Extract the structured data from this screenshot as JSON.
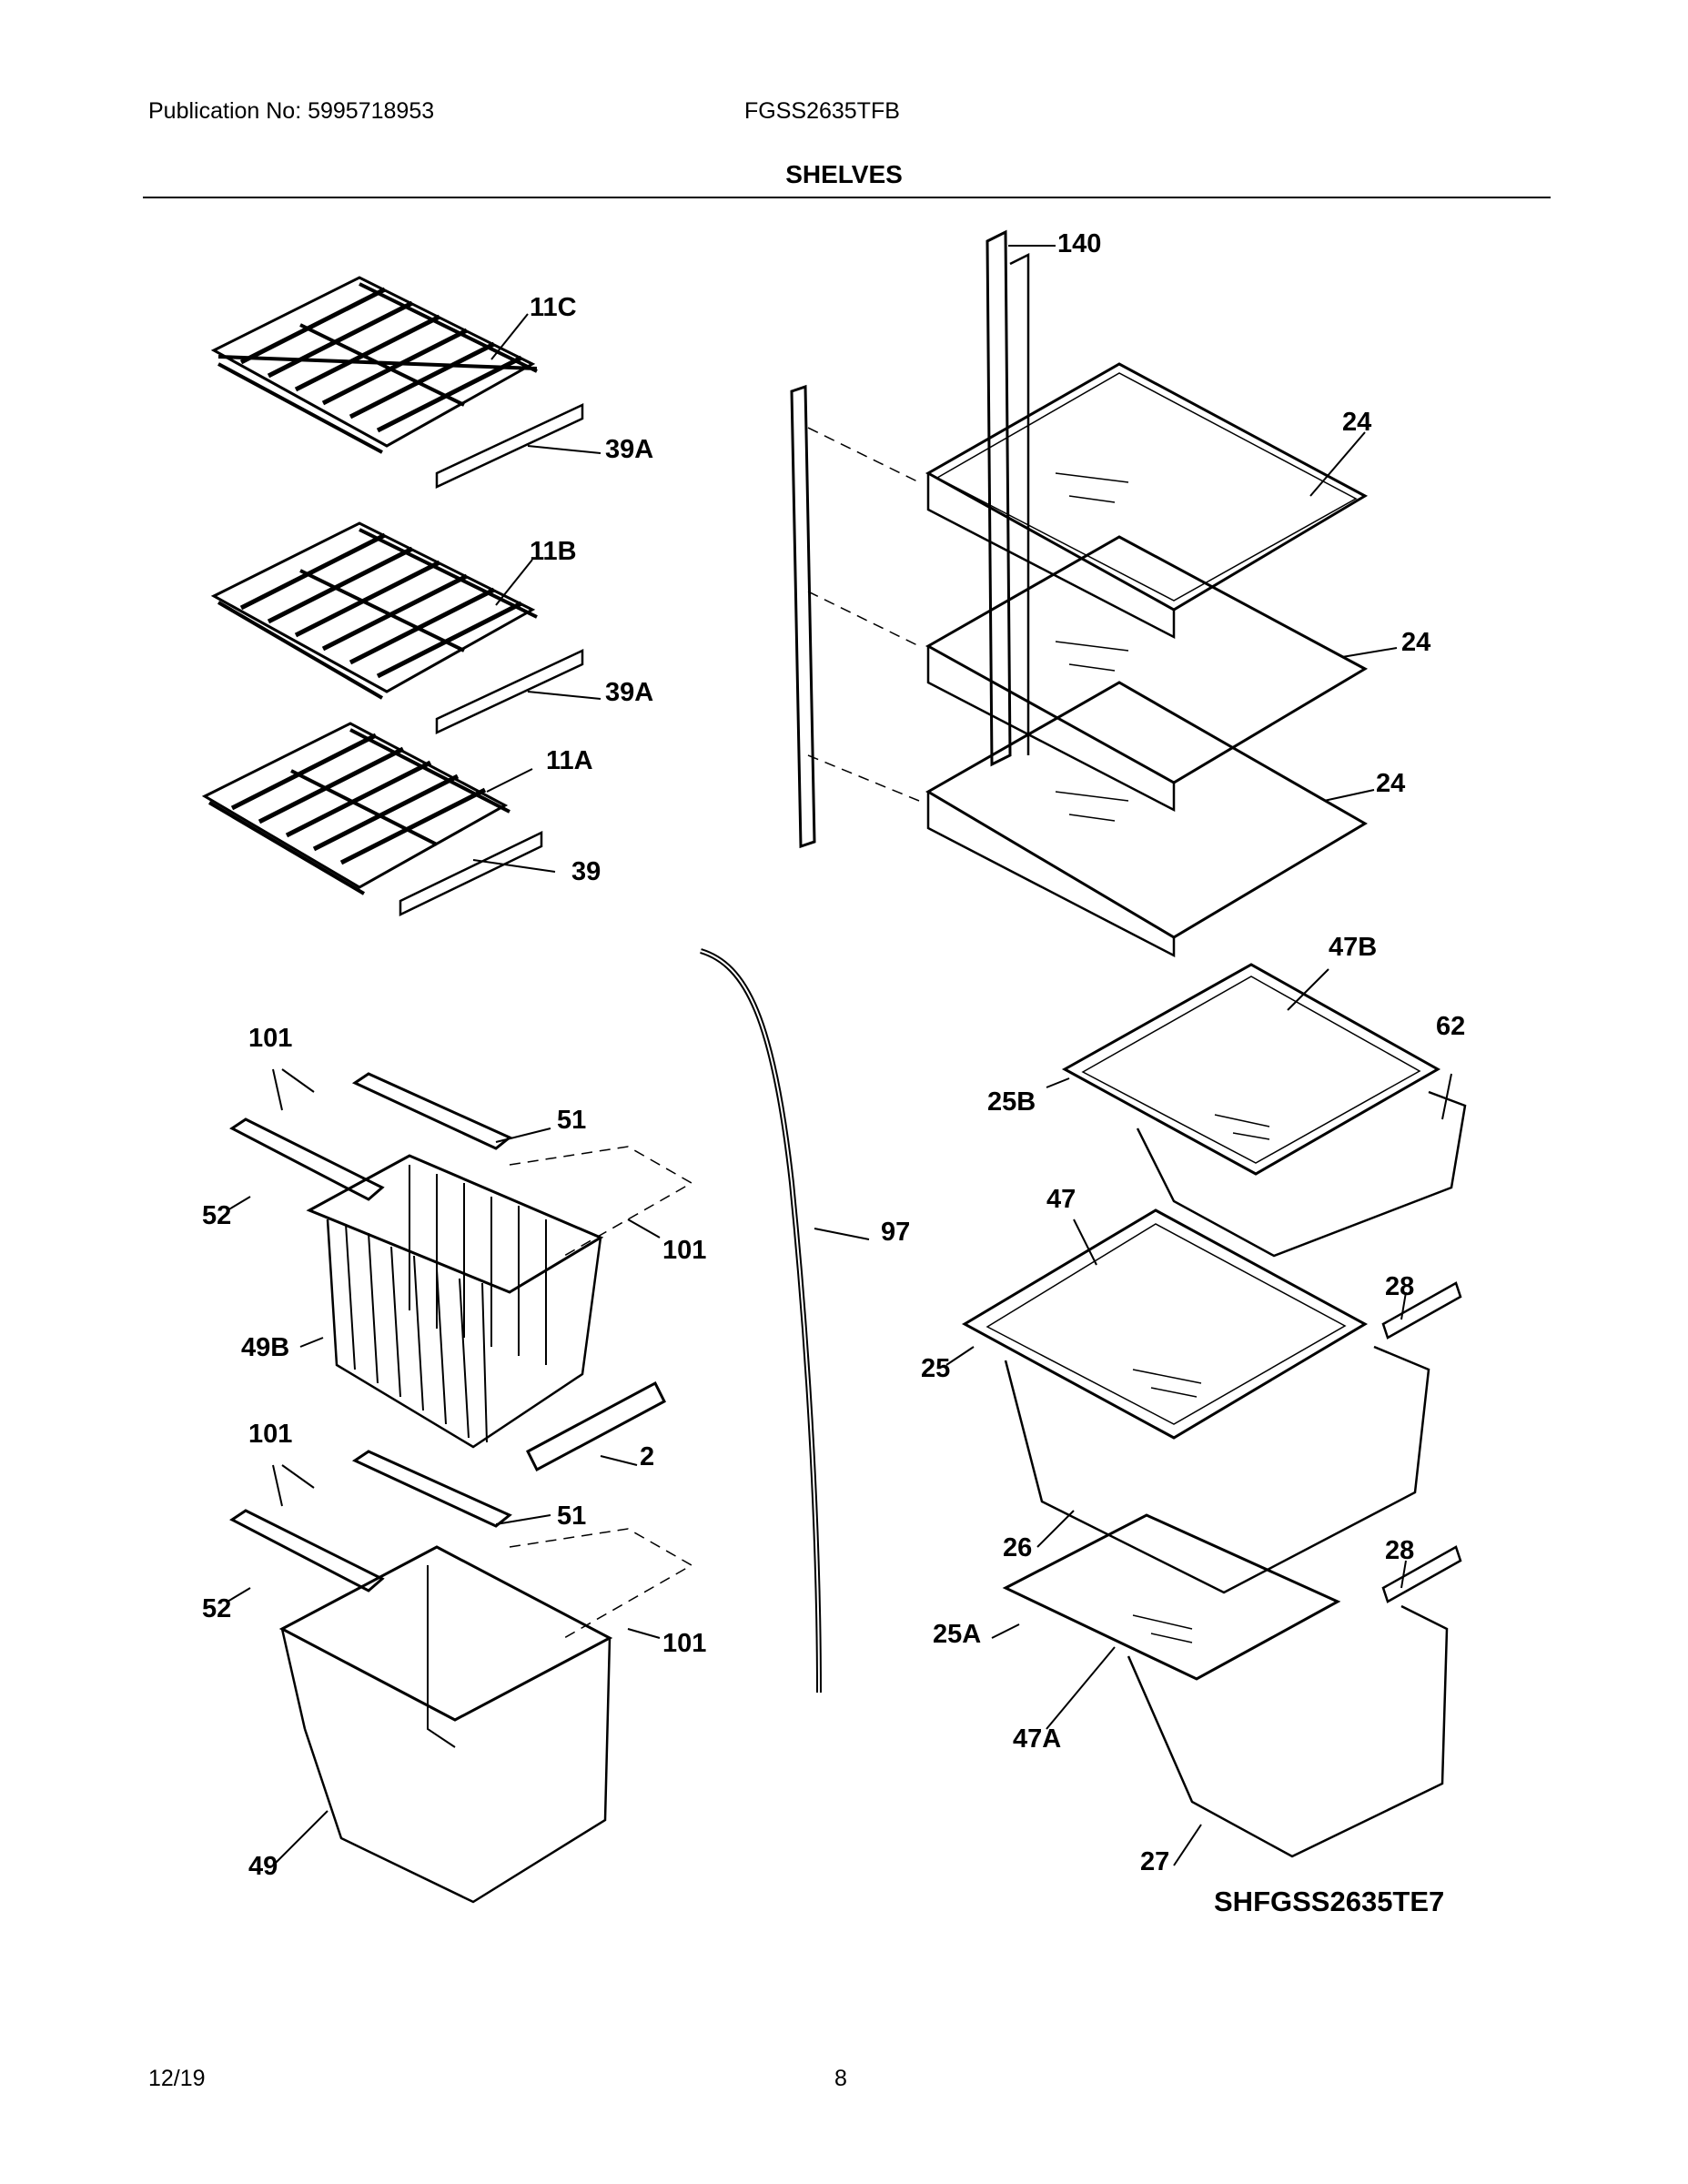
{
  "header": {
    "publication": "Publication No:  5995718953",
    "model": "FGSS2635TFB",
    "section_title": "SHELVES"
  },
  "diagram": {
    "code": "SHFGSS2635TE7",
    "callouts": {
      "c140": "140",
      "c11C": "11C",
      "c39A_1": "39A",
      "c11B": "11B",
      "c39A_2": "39A",
      "c11A": "11A",
      "c39": "39",
      "c24_1": "24",
      "c24_2": "24",
      "c24_3": "24",
      "c47B": "47B",
      "c62": "62",
      "c25B": "25B",
      "c47": "47",
      "c28_1": "28",
      "c25": "25",
      "c26": "26",
      "c28_2": "28",
      "c25A": "25A",
      "c47A": "47A",
      "c27": "27",
      "c97": "97",
      "c101_1": "101",
      "c51_1": "51",
      "c52_1": "52",
      "c101_2": "101",
      "c49B": "49B",
      "c2": "2",
      "c101_3": "101",
      "c51_2": "51",
      "c52_2": "52",
      "c101_4": "101",
      "c49": "49"
    }
  },
  "footer": {
    "date": "12/19",
    "page": "8"
  }
}
